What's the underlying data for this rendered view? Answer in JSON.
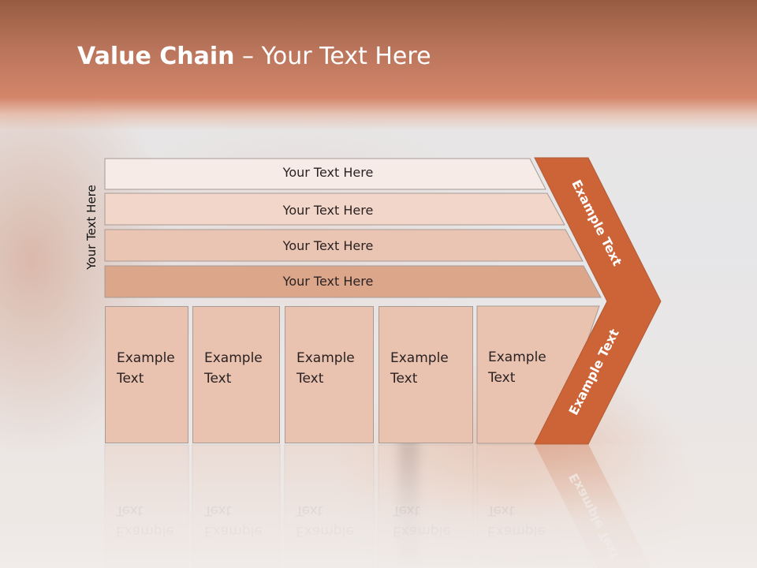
{
  "slide": {
    "title_bold": "Value Chain",
    "title_rest": " – Your Text Here",
    "vertical_label": "Your Text Here"
  },
  "rows": [
    {
      "label": "Your Text Here",
      "color": "#f7ebe7"
    },
    {
      "label": "Your Text Here",
      "color": "#f2d6ca"
    },
    {
      "label": "Your Text Here",
      "color": "#ebc5b3"
    },
    {
      "label": "Your Text Here",
      "color": "#dca68b"
    }
  ],
  "cells": [
    {
      "line1": "Example",
      "line2": "Text"
    },
    {
      "line1": "Example",
      "line2": "Text"
    },
    {
      "line1": "Example",
      "line2": "Text"
    },
    {
      "line1": "Example",
      "line2": "Text"
    },
    {
      "line1": "Example",
      "line2": "Text"
    }
  ],
  "chevron": {
    "upper_label": "Example Text",
    "lower_label": "Example Text",
    "color": "#cc6438"
  },
  "colors": {
    "header": "#c47a5c",
    "cell": "#e9c2b0",
    "border": "#a89a94"
  }
}
